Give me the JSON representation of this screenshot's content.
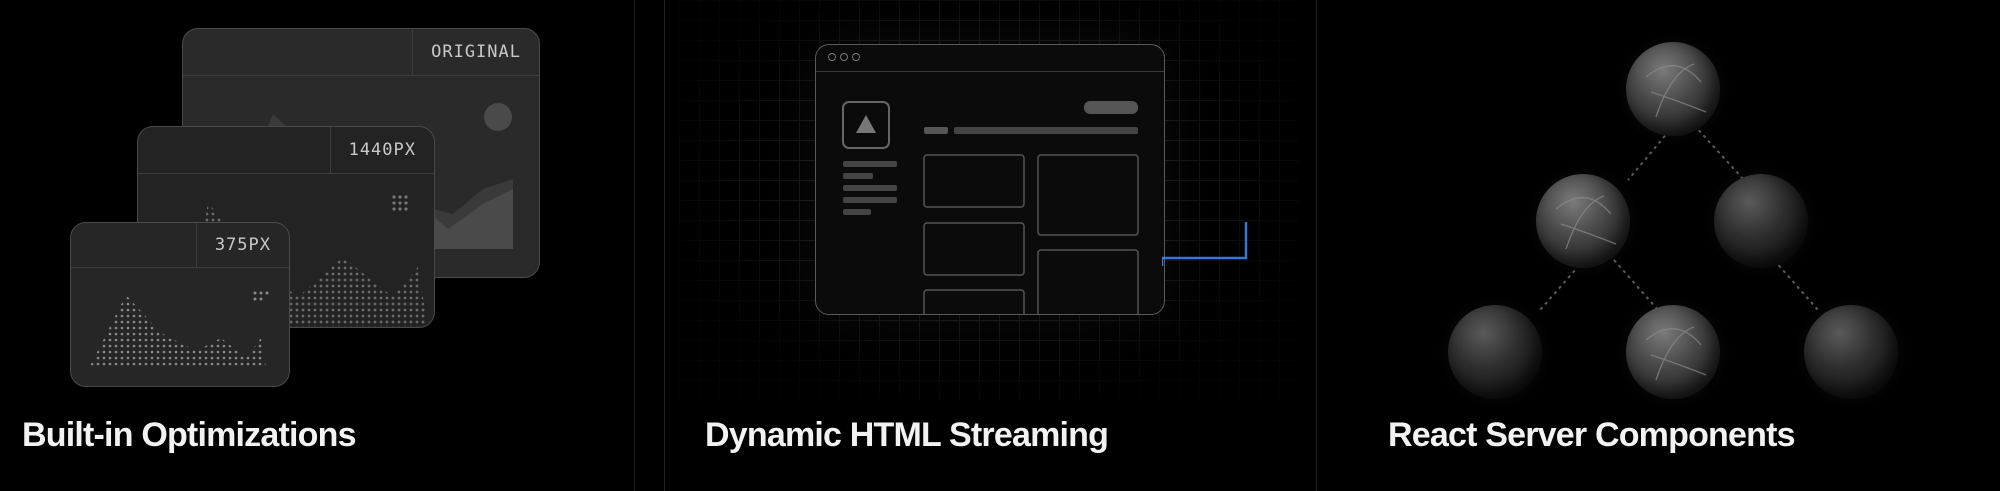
{
  "panels": [
    {
      "title": "Built-in Optimizations",
      "cards": [
        "ORIGINAL",
        "1440PX",
        "375PX"
      ]
    },
    {
      "title": "Dynamic HTML Streaming",
      "accent": "#3b82f6"
    },
    {
      "title": "React Server Components"
    }
  ],
  "icons": {
    "image-placeholder": "mountain-icon",
    "browser-logo": "triangle-icon"
  }
}
